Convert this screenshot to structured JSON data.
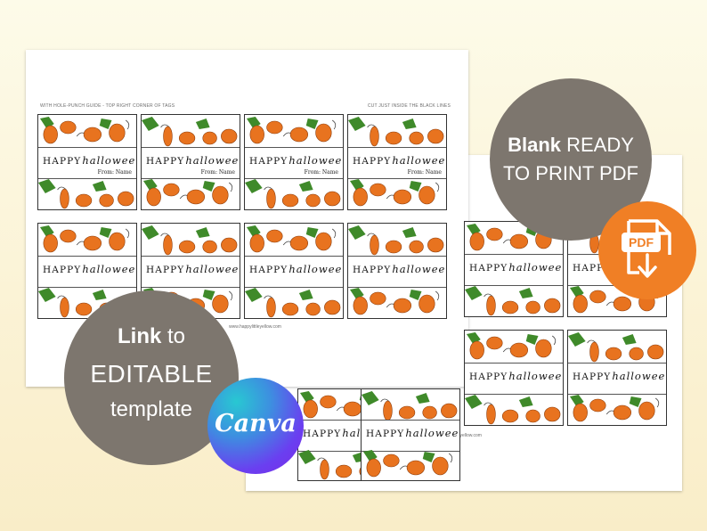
{
  "front_sheet": {
    "hint_left": "WITH HOLE-PUNCH GUIDE - TOP RIGHT CORNER OF TAGS",
    "hint_right": "CUT JUST INSIDE THE BLACK LINES",
    "credit": "www.happylittleyellow.com"
  },
  "back_sheet": {
    "credit": "www.happylittleyellow.com"
  },
  "tag": {
    "happy": "HAPPY",
    "halloween": "halloween",
    "from": "From: Name"
  },
  "badges": {
    "print_bold": "Blank",
    "print_rest": " READY",
    "print_line2": "TO PRINT PDF",
    "pdf_label": "PDF",
    "link_bold": "Link",
    "link_rest": " to",
    "link_line2": "EDITABLE",
    "link_line3": "template",
    "canva_label": "Canva"
  },
  "colors": {
    "background": "#fbf3d6",
    "circle_gray": "#7d766e",
    "pdf_orange": "#f07f25",
    "pumpkin_orange": "#e8731f",
    "leaf_green": "#3f8a2a"
  }
}
